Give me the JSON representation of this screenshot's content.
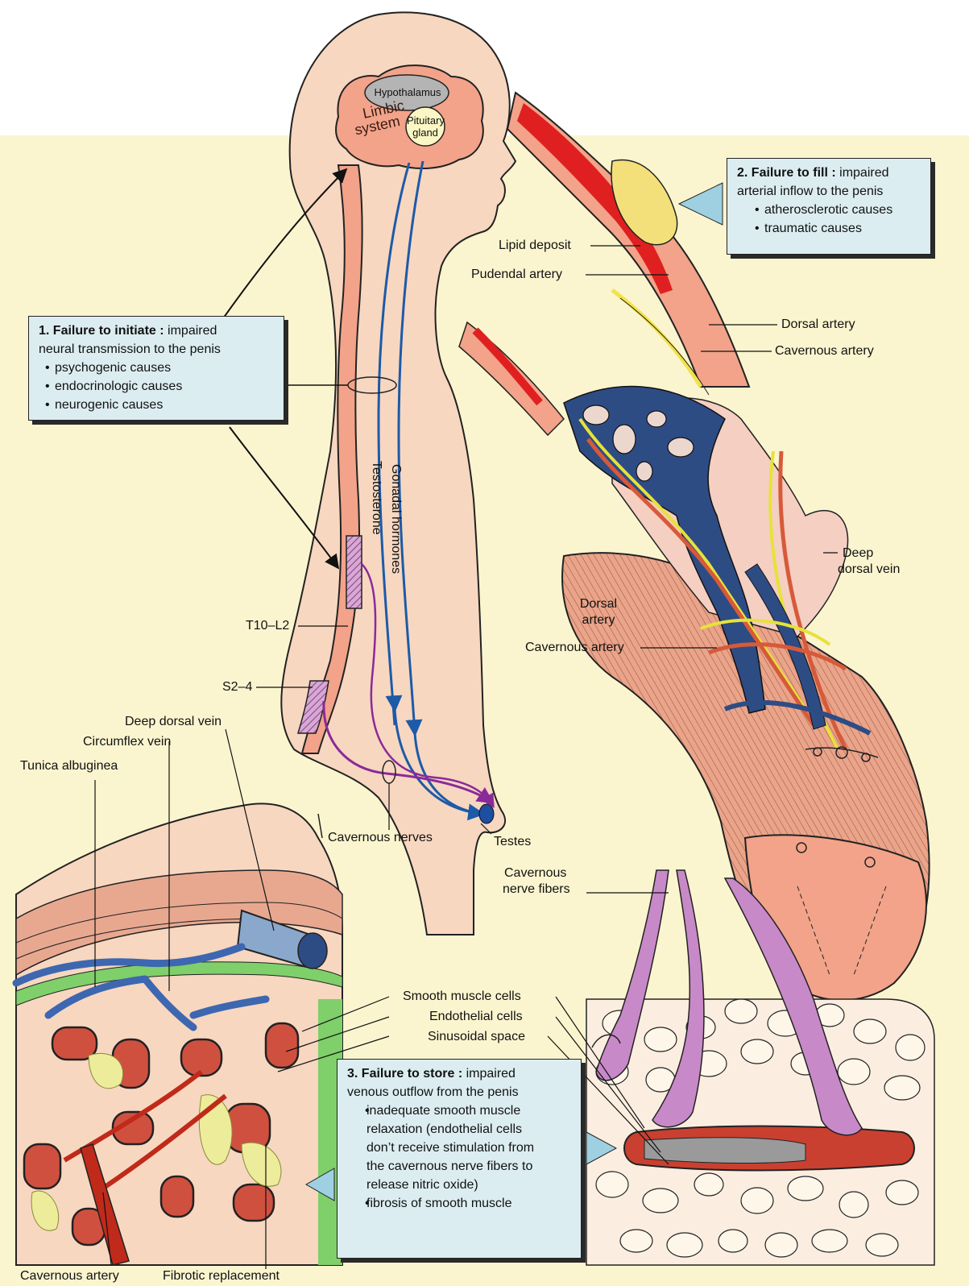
{
  "labels": {
    "hypothalamus": "Hypothalamus",
    "pituitary_line1": "Pituitary",
    "pituitary_line2": "gland",
    "limbic_line1": "Limbic",
    "limbic_line2": "system",
    "lipid_deposit": "Lipid deposit",
    "pudendal_artery": "Pudendal artery",
    "dorsal_artery_top": "Dorsal artery",
    "cavernous_artery_top": "Cavernous artery",
    "deep_dorsal_vein_right_line1": "Deep",
    "deep_dorsal_vein_right_line2": "dorsal vein",
    "dorsal_artery_mid_line1": "Dorsal",
    "dorsal_artery_mid_line2": "artery",
    "cavernous_artery_mid": "Cavernous artery",
    "gonadal_hormones": "Gonadal hormones",
    "testosterone": "Testosterone",
    "t10_l2": "T10–L2",
    "s2_4": "S2–4",
    "deep_dorsal_vein_left": "Deep dorsal vein",
    "circumflex_vein": "Circumflex vein",
    "tunica_albuginea": "Tunica albuginea",
    "cavernous_nerves": "Cavernous nerves",
    "testes": "Testes",
    "cavernous_nerve_fibers_line1": "Cavernous",
    "cavernous_nerve_fibers_line2": "nerve fibers",
    "smooth_muscle_cells": "Smooth muscle cells",
    "endothelial_cells": "Endothelial cells",
    "sinusoidal_space": "Sinusoidal space",
    "cavernous_artery_bottom": "Cavernous artery",
    "fibrotic_replacement": "Fibrotic replacement"
  },
  "box1": {
    "title": "1. Failure to initiate :",
    "rest": "impaired",
    "line2": "neural transmission to the penis",
    "items": [
      "psychogenic causes",
      "endocrinologic causes",
      "neurogenic causes"
    ]
  },
  "box2": {
    "title": "2. Failure to fill :",
    "rest": "impaired",
    "line2": "arterial inflow to the penis",
    "items": [
      "atherosclerotic causes",
      "traumatic causes"
    ]
  },
  "box3": {
    "title": "3. Failure to store :",
    "rest": "impaired",
    "line2": "venous outflow from the penis",
    "item1_lines": [
      "inadequate smooth muscle",
      "relaxation (endothelial cells",
      "don’t receive stimulation from",
      "the cavernous nerve fibers to",
      "release nitric oxide)"
    ],
    "item2": "fibrosis of smooth muscle"
  }
}
